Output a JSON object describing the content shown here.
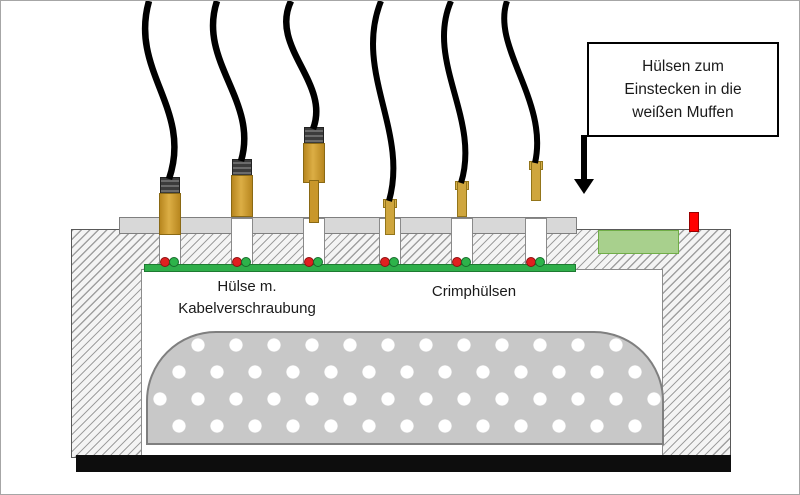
{
  "labels": {
    "gland": {
      "line1": "Hülse m.",
      "line2": "Kabelverschraubung"
    },
    "crimp": "Crimphülsen"
  },
  "callout": {
    "line1": "Hülsen zum",
    "line2": "Einstecken in die",
    "line3": "weißen Muffen"
  },
  "colors": {
    "pcb_green": "#2fae4a",
    "insert_green": "#a8d08d",
    "marker_red": "#ff0000",
    "gland_gold": "#c9972a",
    "cable_black": "#000000",
    "hatch_gray": "#5a5a5a"
  }
}
